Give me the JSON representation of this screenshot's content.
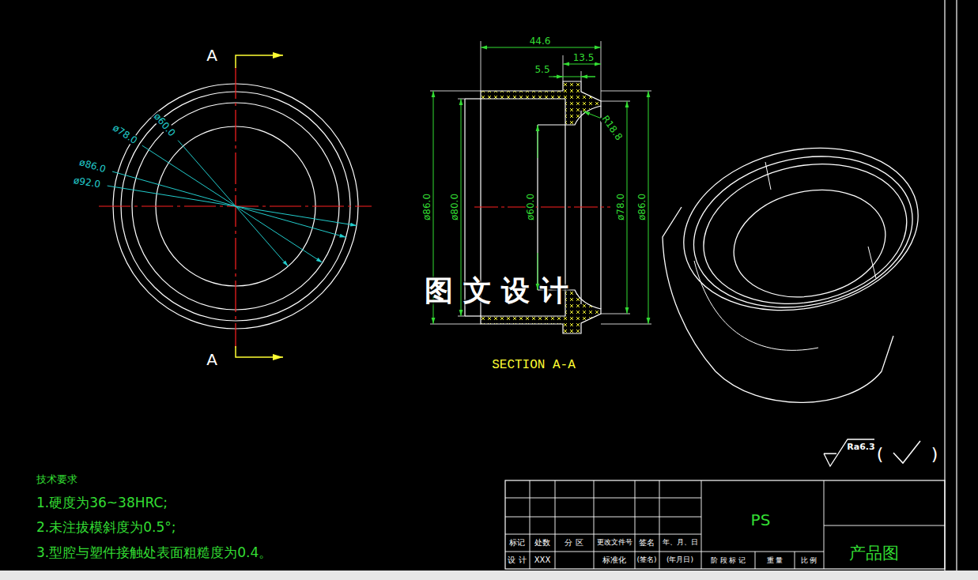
{
  "diagram": {
    "labels": [
      "A",
      "A",
      "ø60.0",
      "ø78.0",
      "ø86.0",
      "ø92.0",
      "44.6",
      "13.5",
      "5.5",
      "R18.8",
      "ø86.0",
      "ø80.0",
      "ø60.0",
      "ø78.0",
      "ø86.0",
      "图 文 设 计",
      "SECTION A-A",
      "Ra6.3",
      "(",
      ")",
      "技术要求",
      "1.硬度为36~38HRC;",
      "2.未注拔模斜度为0.5°;",
      "3.型腔与塑件接触处表面粗糙度为0.4。",
      "PS",
      "产品图",
      "标记",
      "处数",
      "分 区",
      "更改文件号",
      "签名",
      "年、月、日",
      "设 计",
      "XXX",
      "标准化",
      "(签名)",
      "(年月日)",
      "阶 段 标 记",
      "重 量",
      "比 例"
    ]
  }
}
